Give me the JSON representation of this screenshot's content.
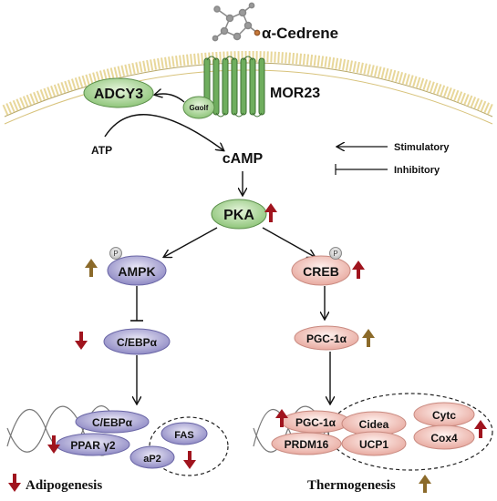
{
  "ligand": {
    "name": "α-Cedrene"
  },
  "receptor": {
    "name": "MOR23",
    "g_protein": "Gαolf"
  },
  "adcy3": {
    "label": "ADCY3"
  },
  "atp": {
    "label": "ATP"
  },
  "camp": {
    "label": "cAMP"
  },
  "pka": {
    "label": "PKA"
  },
  "legend": {
    "stimulatory": "Stimulatory",
    "inhibitory": "Inhibitory"
  },
  "left_branch": {
    "phospho": "P",
    "ampk": "AMPK",
    "cebpa": "C/EBPα",
    "genes": {
      "cebpa": "C/EBPα",
      "pparg2": "PPAR γ2",
      "fas": "FAS",
      "ap2": "aP2"
    },
    "outcome": "Adipogenesis"
  },
  "right_branch": {
    "phospho": "P",
    "creb": "CREB",
    "pgc1a": "PGC-1α",
    "genes": {
      "pgc1a": "PGC-1α",
      "prdm16": "PRDM16",
      "cidea": "Cidea",
      "ucp1": "UCP1",
      "cytc": "Cytc",
      "cox4": "Cox4"
    },
    "outcome": "Thermogenesis"
  },
  "colors": {
    "membrane": "#e8d79a",
    "receptor": "#5e9a4e",
    "adcy3_fill": "#b8d9a0",
    "pka_fill": "#a9dca4",
    "ampk_fill": "#a9a6d4",
    "creb_fill": "#f0c4bc",
    "arrow_up": "#a0141e",
    "arrow_down": "#a0141e"
  }
}
